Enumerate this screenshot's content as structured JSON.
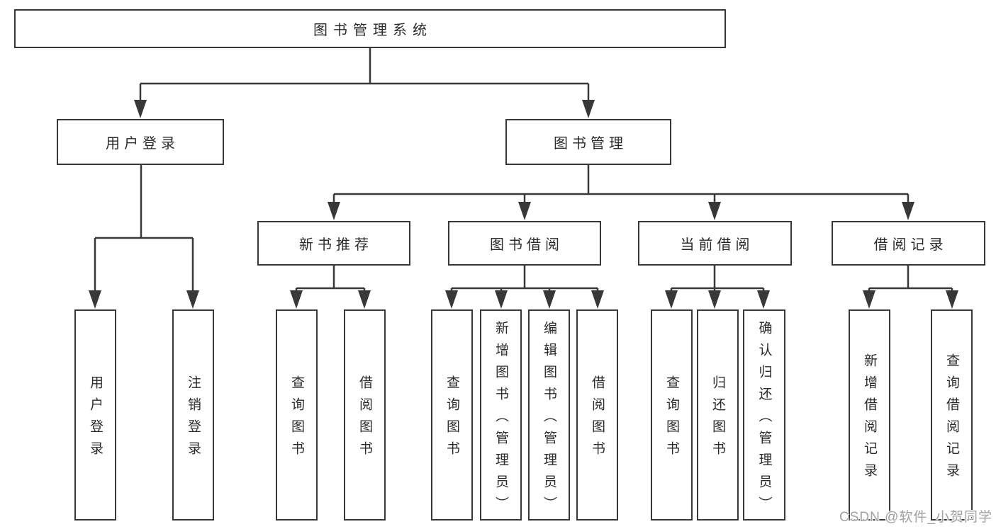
{
  "tree": {
    "label": "图书管理系统",
    "children": [
      {
        "label": "用户登录",
        "children": [
          {
            "label": "用户登录"
          },
          {
            "label": "注销登录"
          }
        ]
      },
      {
        "label": "图书管理",
        "children": [
          {
            "label": "新书推荐",
            "children": [
              {
                "label": "查询图书"
              },
              {
                "label": "借阅图书"
              }
            ]
          },
          {
            "label": "图书借阅",
            "children": [
              {
                "label": "查询图书"
              },
              {
                "label": "新增图书（管理员）"
              },
              {
                "label": "编辑图书（管理员）"
              },
              {
                "label": "借阅图书"
              }
            ]
          },
          {
            "label": "当前借阅",
            "children": [
              {
                "label": "查询图书"
              },
              {
                "label": "归还图书"
              },
              {
                "label": "确认归还（管理员）"
              }
            ]
          },
          {
            "label": "借阅记录",
            "children": [
              {
                "label": "新增借阅记录"
              },
              {
                "label": "查询借阅记录"
              }
            ]
          }
        ]
      }
    ]
  },
  "watermark": {
    "text": "CSDN @软件_小贺同学"
  },
  "colors": {
    "line": "#383838",
    "box_border": "#383838",
    "text": "#2b2b2b",
    "watermark": "#a0a0a0",
    "background": "#ffffff"
  }
}
